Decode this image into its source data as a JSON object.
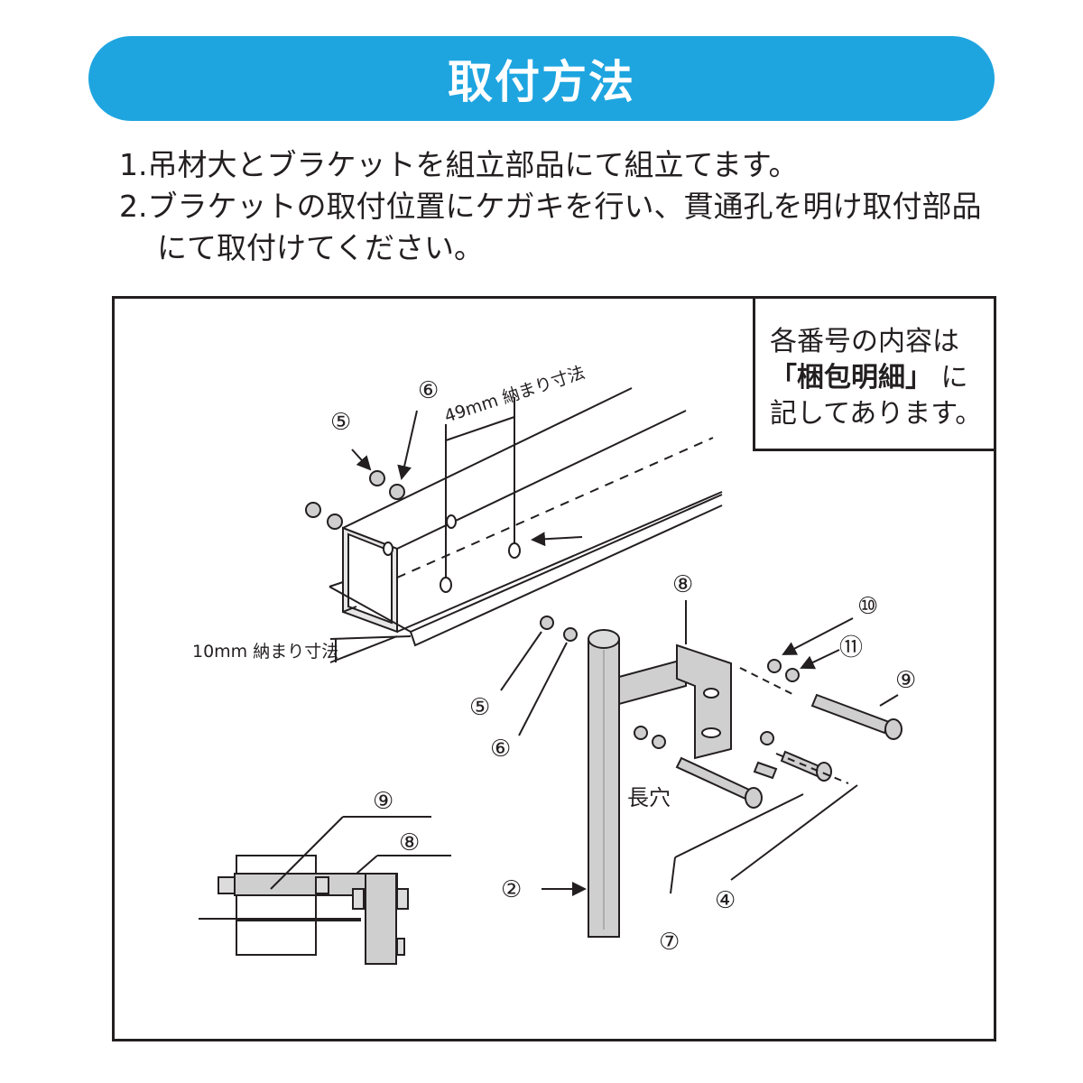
{
  "title": "取付方法",
  "steps": {
    "step1": "1.吊材大とブラケットを組立部品にて組立てます。",
    "step2_line1": "2.ブラケットの取付位置にケガキを行い、貫通孔を明け取付部品",
    "step2_line2": "にて取付けてください。"
  },
  "note": {
    "line1": "各番号の内容は",
    "line2_bold": "「梱包明細」",
    "line2_rest": "に",
    "line3": "記してあります。"
  },
  "diagram_labels": {
    "dim_49mm": "49mm 納まり寸法",
    "dim_10mm": "10mm 納まり寸法",
    "slot": "長穴",
    "part_2": "②",
    "part_4": "④",
    "part_5": "⑤",
    "part_6": "⑥",
    "part_7": "⑦",
    "part_8": "⑧",
    "part_9": "⑨",
    "part_10": "⑩",
    "part_11": "⑪"
  },
  "colors": {
    "banner": "#1ea5e0",
    "line": "#231f20",
    "metal_fill": "#cfcfcf"
  }
}
